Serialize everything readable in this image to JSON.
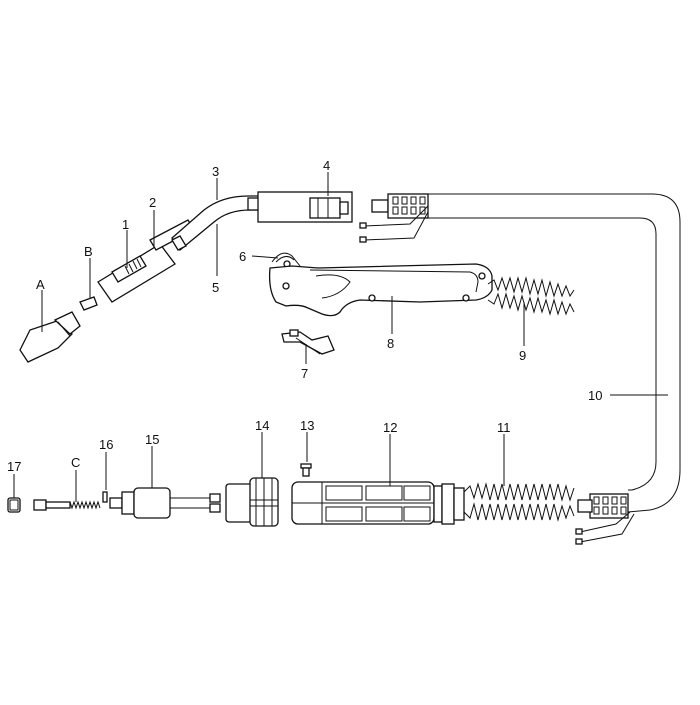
{
  "diagram": {
    "callouts": {
      "p1": "1",
      "p2": "2",
      "p3": "3",
      "p4": "4",
      "p5": "5",
      "p6": "6",
      "p7": "7",
      "p8": "8",
      "p9": "9",
      "p10": "10",
      "p11": "11",
      "p12": "12",
      "p13": "13",
      "p14": "14",
      "p15": "15",
      "p16": "16",
      "p17": "17",
      "pA": "A",
      "pB": "B",
      "pC": "C"
    },
    "line_color": "#111111",
    "background": "#ffffff"
  }
}
